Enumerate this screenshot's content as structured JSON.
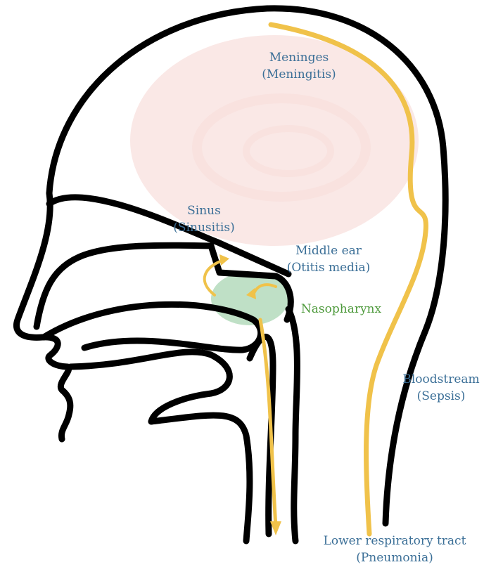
{
  "colors": {
    "outline": "#000000",
    "pathway_arrow": "#f0c24a",
    "nasopharynx_fill": "#bfe0c6",
    "brain_tint": "#f6d6d2",
    "label_blue": "#3b6f97",
    "label_green": "#4e9a3c"
  },
  "labels": {
    "meninges": {
      "site": "Meninges",
      "disease": "(Meningitis)"
    },
    "sinus": {
      "site": "Sinus",
      "disease": "(Sinusitis)"
    },
    "middle_ear": {
      "site": "Middle ear",
      "disease": "(Otitis media)"
    },
    "nasopharynx": {
      "site": "Nasopharynx"
    },
    "bloodstream": {
      "site": "Bloodstream",
      "disease": "(Sepsis)"
    },
    "lower_respiratory": {
      "site": "Lower respiratory tract",
      "disease": "(Pneumonia)"
    }
  }
}
